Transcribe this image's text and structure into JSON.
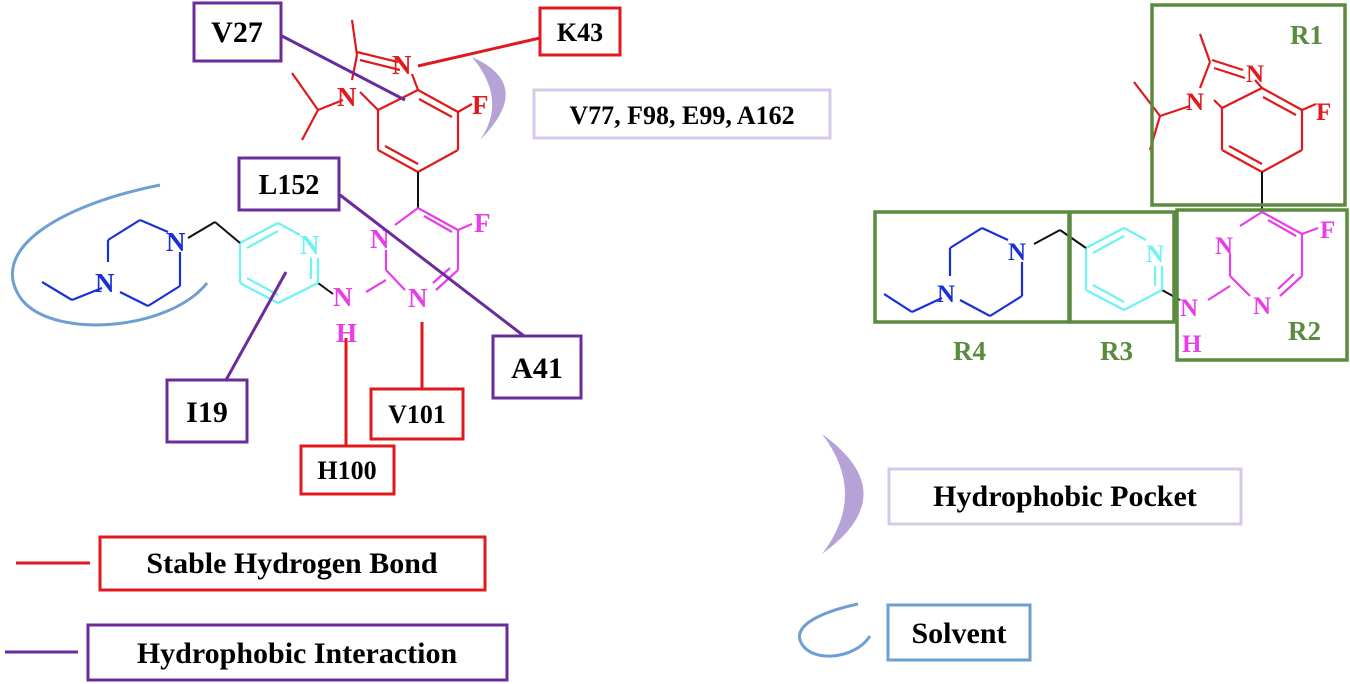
{
  "colors": {
    "hbond": "#e0191c",
    "hydrophobic": "#6a2c9a",
    "pocket": "#b6a2d6",
    "pocket_border": "#d5c8e8",
    "solvent": "#6e9fd2",
    "solvent_border": "#6e9fd2",
    "region": "#5b8b3f",
    "benzimidazole": "#e0191c",
    "pyrimidine": "#e83de8",
    "pyridine": "#6ef2f2",
    "piperazine": "#1b2fd6",
    "bond_black": "#111111"
  },
  "residues": {
    "v27": "V27",
    "k43": "K43",
    "pocket_group": "V77, F98, E99, A162",
    "l152": "L152",
    "a41": "A41",
    "i19": "I19",
    "v101": "V101",
    "h100": "H100"
  },
  "atoms": {
    "n": "N",
    "f": "F",
    "h": "H"
  },
  "regions": {
    "r1": "R1",
    "r2": "R2",
    "r3": "R3",
    "r4": "R4"
  },
  "legend": {
    "hbond": "Stable Hydrogen Bond",
    "hydrophobic": "Hydrophobic Interaction",
    "pocket": "Hydrophobic Pocket",
    "solvent": "Solvent"
  }
}
